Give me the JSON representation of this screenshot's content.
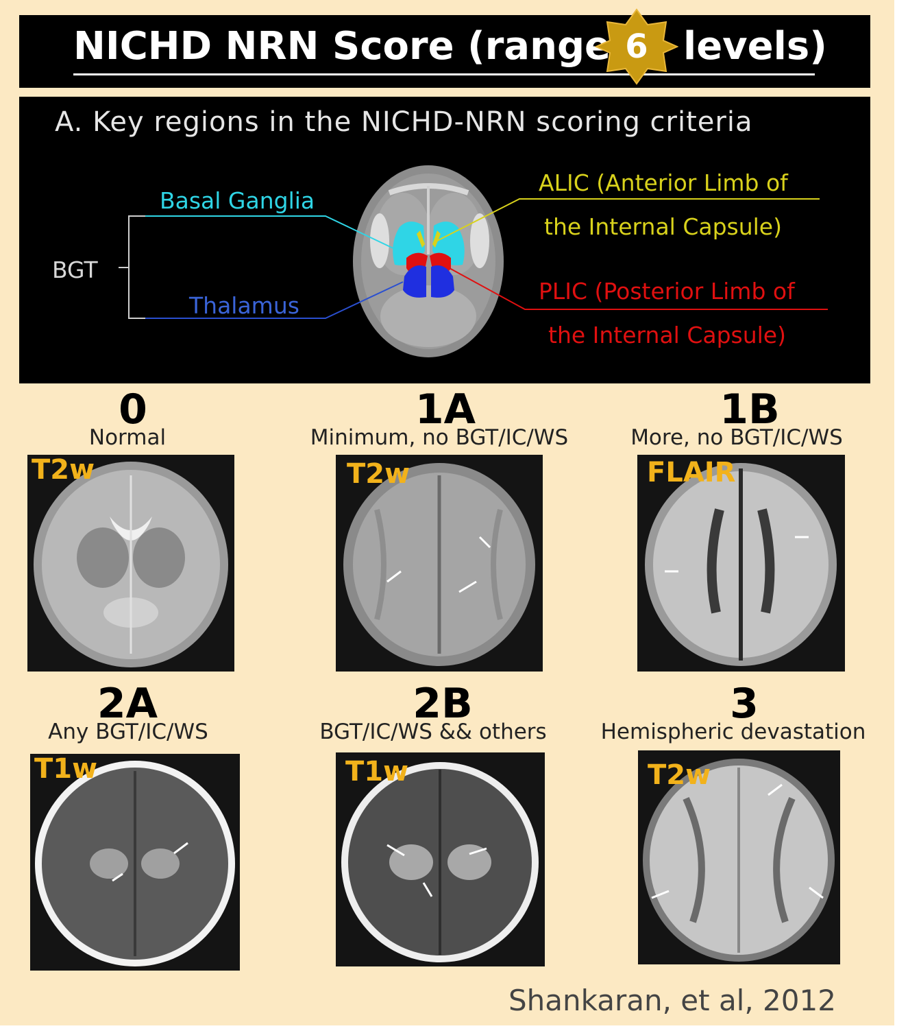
{
  "title": {
    "prefix": "NICHD NRN Score (range:",
    "badge": "6",
    "suffix": "levels)"
  },
  "panel": {
    "heading": "A. Key regions in the NICHD-NRN scoring criteria",
    "bgt": "BGT",
    "basal_ganglia": "Basal Ganglia",
    "thalamus": "Thalamus",
    "alic_line1": "ALIC (Anterior Limb of",
    "alic_line2": "the Internal Capsule)",
    "plic_line1": "PLIC (Posterior Limb of",
    "plic_line2": "the Internal Capsule)",
    "colors": {
      "basal_ganglia": "#2fd5e6",
      "thalamus": "#2a4fd0",
      "alic": "#d9d21c",
      "plic": "#e01010"
    }
  },
  "levels": [
    {
      "score": "0",
      "desc": "Normal",
      "sequence": "T2w"
    },
    {
      "score": "1A",
      "desc": "Minimum, no BGT/IC/WS",
      "sequence": "T2w"
    },
    {
      "score": "1B",
      "desc": "More, no BGT/IC/WS",
      "sequence": "FLAIR"
    },
    {
      "score": "2A",
      "desc": "Any BGT/IC/WS",
      "sequence": "T1w"
    },
    {
      "score": "2B",
      "desc": "BGT/IC/WS && others",
      "sequence": "T1w"
    },
    {
      "score": "3",
      "desc": "Hemispheric devastation",
      "sequence": "T2w"
    }
  ],
  "citation": "Shankaran, et al, 2012"
}
